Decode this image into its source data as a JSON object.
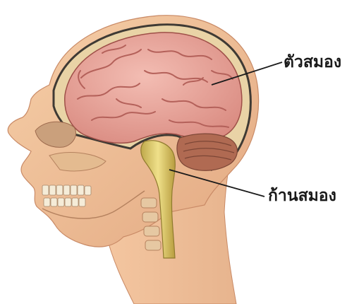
{
  "labels": {
    "brain": "ตัวสมอง",
    "brainstem": "ก้านสมอง"
  },
  "colors": {
    "background": "#ffffff",
    "skin": "#f1c29a",
    "skin_shadow": "#d99a72",
    "skull": "#e9d3a6",
    "skull_outline": "#3f3a34",
    "brain": "#e8a59c",
    "brain_fold": "#b4615a",
    "cerebellum": "#b06a52",
    "brainstem": "#d4c25a",
    "leader_line": "#1a1a1a",
    "label_text": "#1a1a1a"
  },
  "icons": {
    "head": "head-cross-section-illustration"
  }
}
